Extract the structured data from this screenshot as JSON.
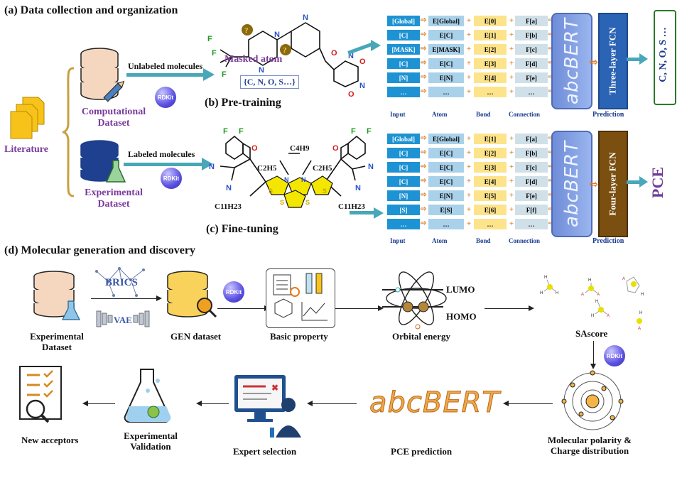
{
  "sections": {
    "a": "(a) Data collection and organization",
    "b": "(b) Pre-training",
    "c": "(c) Fine-tuning",
    "d": "(d) Molecular generation and discovery"
  },
  "top": {
    "literature": "Literature",
    "computational_dataset": "Computational Dataset",
    "experimental_dataset": "Experimental Dataset",
    "unlabeled": "Unlabeled molecules",
    "labeled": "Labeled molecules",
    "masked_atom": "Masked atom",
    "mask_choices": "{C, N, O, S…}",
    "rdkit": "RDKit",
    "atoms_top": [
      "F",
      "F",
      "F",
      "N",
      "N",
      "N",
      "N",
      "O",
      "O",
      "O",
      "N"
    ],
    "mask_mark": "?",
    "accept_labels": [
      "F",
      "F",
      "N",
      "N",
      "O",
      "O",
      "F",
      "F",
      "N",
      "N"
    ],
    "alkyl": [
      "C4H9",
      "C2H5",
      "C2H5",
      "C11H23",
      "C11H23"
    ],
    "hetero": [
      "S",
      "S",
      "S",
      "S",
      "N",
      "N"
    ]
  },
  "pretrain_table": {
    "input": [
      "[Global]",
      "[C]",
      "[MASK]",
      "[C]",
      "[N]",
      "…"
    ],
    "atom": [
      "E[Global]",
      "E[C]",
      "E[MASK]",
      "E[C]",
      "E[N]",
      "…"
    ],
    "bond": [
      "E[0]",
      "E[1]",
      "E[2]",
      "E[3]",
      "E[4]",
      "…"
    ],
    "conn": [
      "F[a]",
      "F[b]",
      "F[c]",
      "F[d]",
      "F[e]",
      "…"
    ]
  },
  "finetune_table": {
    "input": [
      "[Global]",
      "[C]",
      "[C]",
      "[C]",
      "[N]",
      "[S]",
      "…"
    ],
    "atom": [
      "E[Global]",
      "E[C]",
      "E[C]",
      "E[C]",
      "E[N]",
      "E[S]",
      "…"
    ],
    "bond": [
      "E[1]",
      "E[2]",
      "E[3]",
      "E[4]",
      "E[5]",
      "E[6]",
      "…"
    ],
    "conn": [
      "F[a]",
      "F[b]",
      "F[c]",
      "F[d]",
      "F[e]",
      "F[f]",
      "…"
    ]
  },
  "col_headers": [
    "Input",
    "Atom",
    "Bond",
    "Connection"
  ],
  "ops": {
    "plus": "+",
    "arrow": "⇨"
  },
  "model": {
    "name": "abcBERT",
    "three_fcn": "Three-layer FCN",
    "four_fcn": "Four-layer FCN",
    "prediction": "Prediction",
    "pretrain_output": "C, N, O, S …",
    "finetune_output": "PCE"
  },
  "pipeline": {
    "experimental_dataset": "Experimental Dataset",
    "brics": "BRICS",
    "vae": "VAE",
    "gen_dataset": "GEN dataset",
    "basic_property": "Basic property",
    "lumo": "LUMO",
    "homo": "HOMO",
    "orbital_energy": "Orbital energy",
    "sascore": "SAscore",
    "molecular_polarity": "Molecular polarity & Charge distribution",
    "pce_prediction": "PCE prediction",
    "expert_selection": "Expert selection",
    "experimental_validation": "Experimental Validation",
    "new_acceptors": "New acceptors",
    "abcbert": "abcBERT",
    "frag_labels": [
      "H",
      "H",
      "H",
      "H",
      "A",
      "A",
      "H",
      "H",
      "A",
      "A",
      "H",
      "H",
      "A"
    ]
  },
  "colors": {
    "purple": "#7a3a9c",
    "input_blue": "#1e93d3",
    "atom_blue": "#a9d1ea",
    "bond_yellow": "#fde48b",
    "connection_grey": "#cfe0e8",
    "teal_arrow": "#48a7b8",
    "fcn_three": "#2b63b5",
    "fcn_four": "#7a4f10",
    "pce_purple": "#6e3b9a",
    "abcbert_orange": "#f0a84a"
  },
  "icons": [
    "literature-icon",
    "database-icon",
    "pencil-icon",
    "flask-icon",
    "rdkit-icon",
    "brics-graph-icon",
    "vae-icon",
    "magnifier-icon",
    "property-icon",
    "atom-orbital-icon",
    "fragment-icon",
    "molecule-charge-icon",
    "computer-expert-icon",
    "flask-validation-icon",
    "checklist-icon"
  ]
}
